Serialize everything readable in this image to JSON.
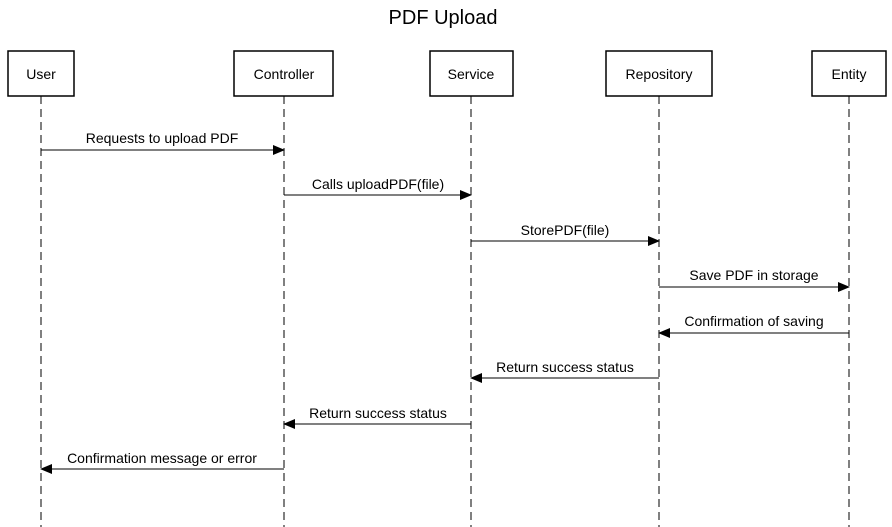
{
  "title": "PDF Upload",
  "participants": [
    {
      "id": "user",
      "label": "User"
    },
    {
      "id": "controller",
      "label": "Controller"
    },
    {
      "id": "service",
      "label": "Service"
    },
    {
      "id": "repository",
      "label": "Repository"
    },
    {
      "id": "entity",
      "label": "Entity"
    }
  ],
  "messages": [
    {
      "from": "user",
      "to": "controller",
      "label": "Requests to upload PDF"
    },
    {
      "from": "controller",
      "to": "service",
      "label": "Calls uploadPDF(file)"
    },
    {
      "from": "service",
      "to": "repository",
      "label": "StorePDF(file)"
    },
    {
      "from": "repository",
      "to": "entity",
      "label": "Save PDF in storage"
    },
    {
      "from": "entity",
      "to": "repository",
      "label": "Confirmation of saving"
    },
    {
      "from": "repository",
      "to": "service",
      "label": "Return success status"
    },
    {
      "from": "service",
      "to": "controller",
      "label": "Return success status"
    },
    {
      "from": "controller",
      "to": "user",
      "label": "Confirmation message or error"
    }
  ]
}
